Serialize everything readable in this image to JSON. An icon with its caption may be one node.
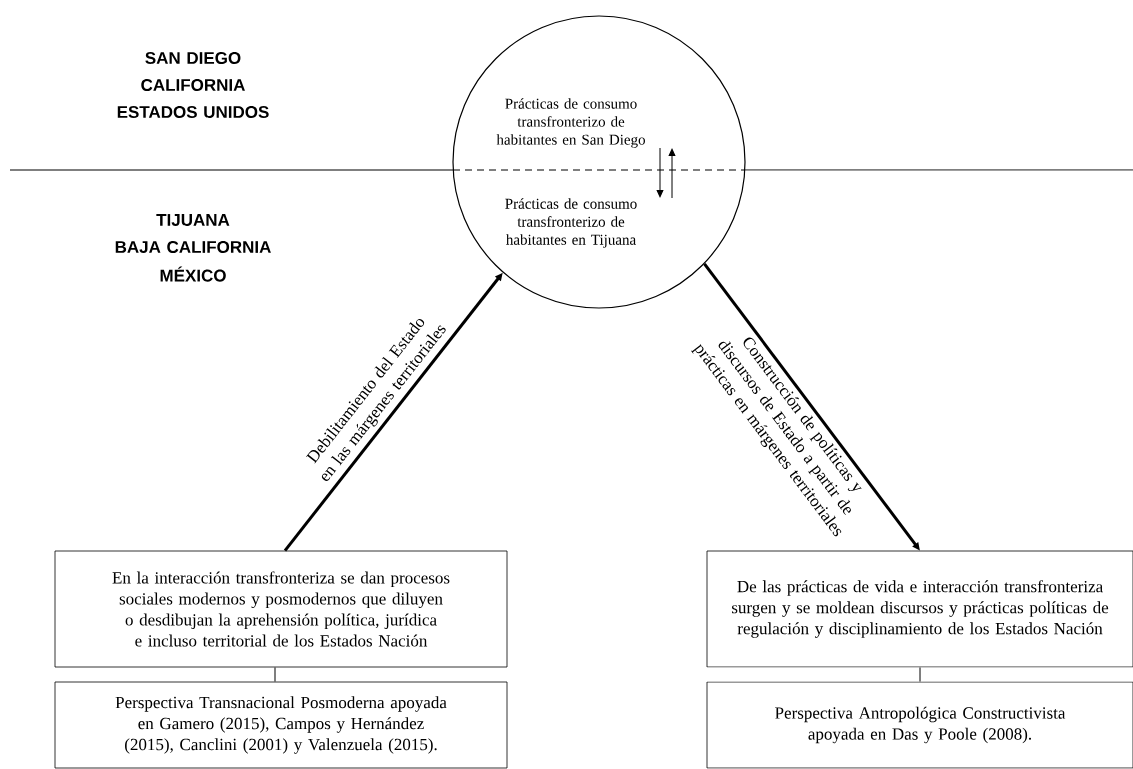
{
  "diagram": {
    "nodes": [
      {
        "text": [],
        "shape": "circle"
      },
      {
        "text": [
          "Prácticas de consumo transfronterizo de habitantes en San Diego"
        ],
        "in": 0
      },
      {
        "text": [
          "Prácticas de consumo transfronterizo de habitantes en Tijuana"
        ],
        "in": 0
      },
      {
        "text": [
          "En la interacción transfronteriza se dan procesos sociales modernos y posmodernos que diluyen o desdibujan la aprehensión política, jurídica e incluso territorial de los Estados Nación"
        ]
      },
      {
        "text": [
          "Perspectiva Transnacional Posmoderna apoyada en Gamero (2015), Campos y Hernández (2015), Canclini (2001) y Valenzuela (2015)."
        ]
      },
      {
        "text": [
          "De las prácticas de vida e interacción transfronteriza surgen y se moldean discursos y prácticas políticas de regulación y disciplinamiento de los Estados Nación"
        ]
      },
      {
        "text": [
          "Perspectiva Antropológica Constructivista apoyada en Das y Poole (2008)."
        ]
      }
    ],
    "edges": [
      {
        "from": 1,
        "to": 2,
        "arrow": "to"
      },
      {
        "from": 2,
        "to": 1,
        "arrow": "to"
      },
      {
        "from": 3,
        "to": 0,
        "arrow": "to",
        "label": "Debilitamiento del Estado en las márgenes territoriales",
        "style": "thick"
      },
      {
        "from": 0,
        "to": 5,
        "arrow": "to",
        "label": "Construcción de políticas y discursos de Estado a partir de prácticas en márgenes territoriales",
        "style": "thick"
      },
      {
        "from": 3,
        "to": 4,
        "arrow": "none"
      },
      {
        "from": 5,
        "to": 6,
        "arrow": "none"
      }
    ],
    "labels": [
      "SAN DIEGO",
      "CALIFORNIA",
      "ESTADOS UNIDOS",
      "TIJUANA",
      "BAJA CALIFORNIA",
      "MÉXICO"
    ]
  }
}
